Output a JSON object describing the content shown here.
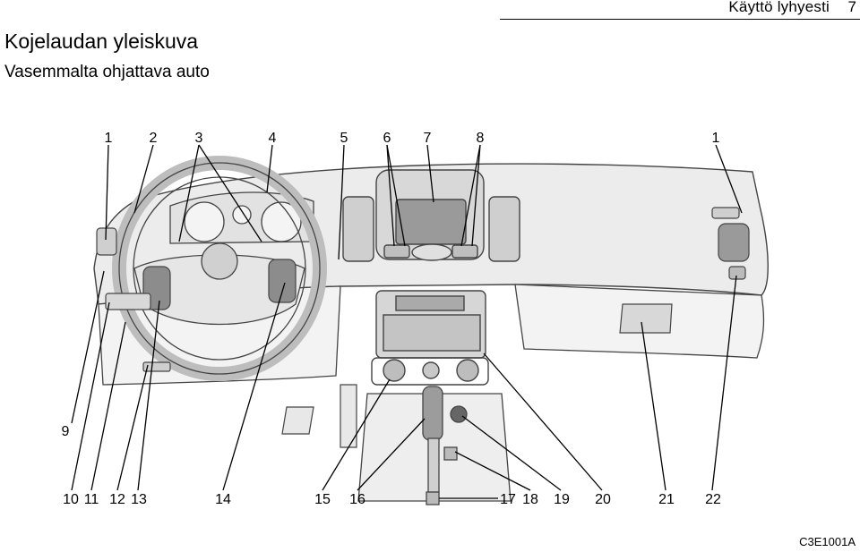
{
  "header": {
    "running_title": "Käyttö lyhyesti",
    "page_number": "7"
  },
  "section": {
    "title": "Kojelaudan yleiskuva",
    "subtitle": "Vasemmalta ohjattava auto"
  },
  "figure": {
    "code": "C3E1001A",
    "callouts_top": [
      "1",
      "2",
      "3",
      "4",
      "5",
      "6",
      "7",
      "8",
      "1"
    ],
    "callout_left": "9",
    "callouts_bottom": [
      "10",
      "11",
      "12",
      "13",
      "14",
      "15",
      "16",
      "17",
      "18",
      "19",
      "20",
      "21",
      "22"
    ]
  }
}
